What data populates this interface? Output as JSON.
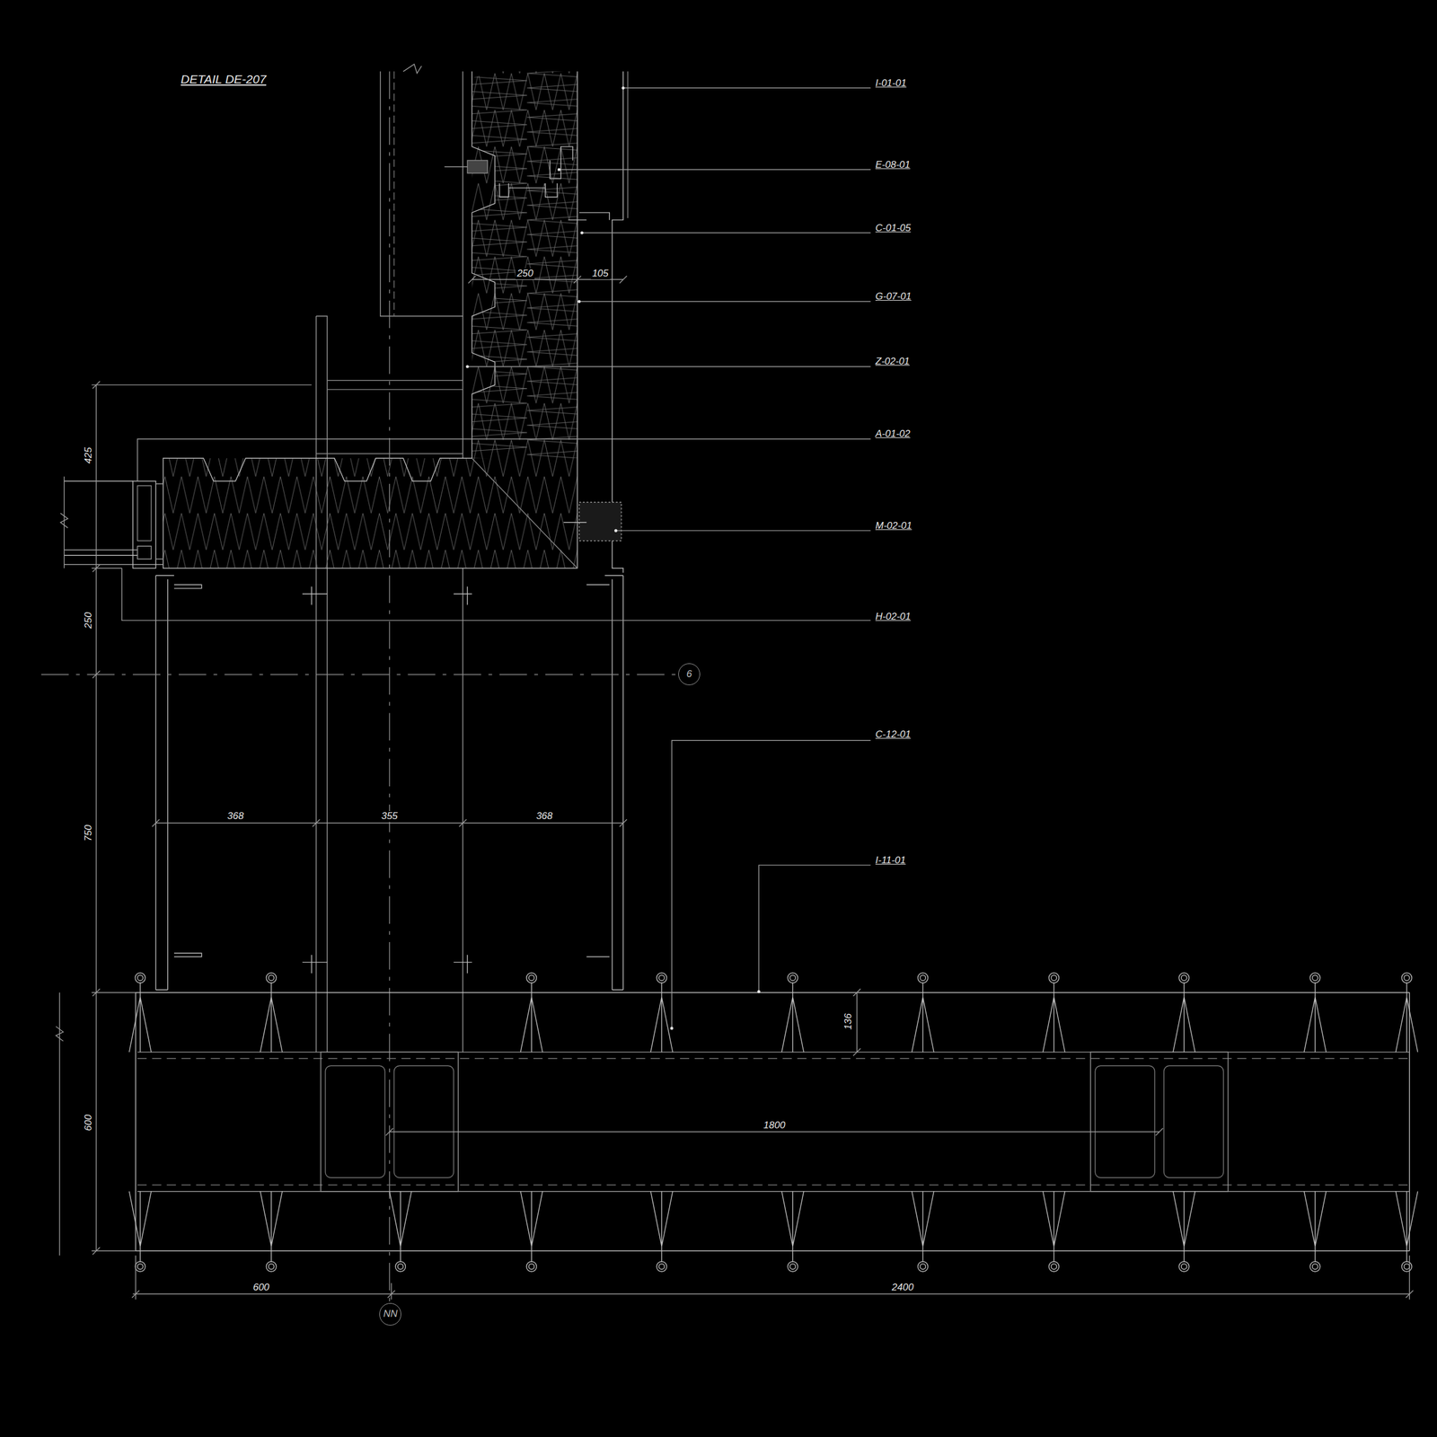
{
  "diagram": {
    "title": "DETAIL DE-207",
    "nodes": [
      {
        "text": [
          "6"
        ]
      },
      {
        "text": [
          "NN"
        ]
      }
    ],
    "labels": [
      "I-01-01",
      "E-08-01",
      "C-01-05",
      "G-07-01",
      "Z-02-01",
      "A-01-02",
      "M-02-01",
      "H-02-01",
      "C-12-01",
      "I-11-01",
      "250",
      "105",
      "425",
      "250",
      "750",
      "368",
      "355",
      "368",
      "136",
      "1800",
      "600",
      "600",
      "2400"
    ]
  }
}
